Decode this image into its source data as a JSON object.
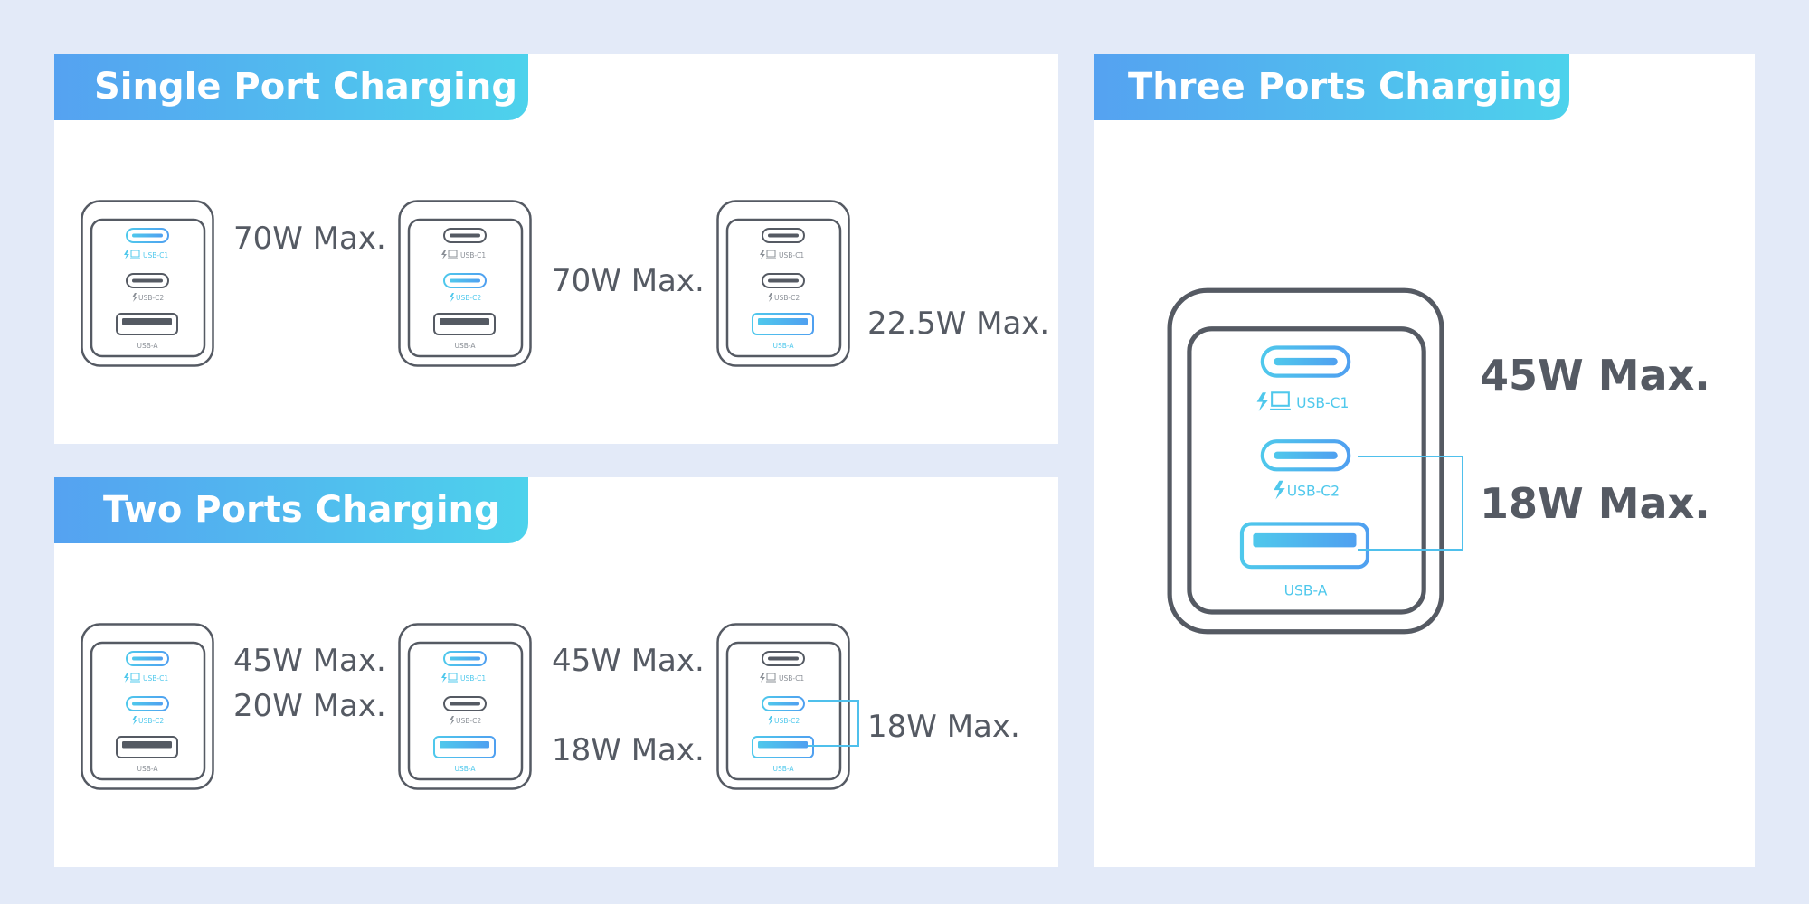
{
  "colors": {
    "active_start": "#4fc8ec",
    "active_end": "#4fa0f0",
    "inactive": "#555a63",
    "background": "#e3eaf8"
  },
  "port_labels": {
    "c1": "USB-C1",
    "c2": "USB-C2",
    "a": "USB-A"
  },
  "icons": {
    "c1": [
      "lightning-icon",
      "laptop-icon"
    ],
    "c2": [
      "lightning-icon"
    ]
  },
  "single": {
    "title": "Single Port Charging",
    "chargers": [
      {
        "active": [
          "c1"
        ],
        "output": "70W Max."
      },
      {
        "active": [
          "c2"
        ],
        "output": "70W Max."
      },
      {
        "active": [
          "a"
        ],
        "output": "22.5W Max."
      }
    ]
  },
  "two": {
    "title": "Two Ports Charging",
    "chargers": [
      {
        "active": [
          "c1",
          "c2"
        ],
        "outputs": [
          "45W Max.",
          "20W Max."
        ]
      },
      {
        "active": [
          "c1",
          "a"
        ],
        "outputs": [
          "45W Max.",
          "18W Max."
        ]
      },
      {
        "active": [
          "c2",
          "a"
        ],
        "outputs": [
          "18W Max."
        ]
      }
    ]
  },
  "three": {
    "title": "Three Ports Charging",
    "active": [
      "c1",
      "c2",
      "a"
    ],
    "outputs": [
      "45W Max.",
      "18W Max."
    ]
  }
}
